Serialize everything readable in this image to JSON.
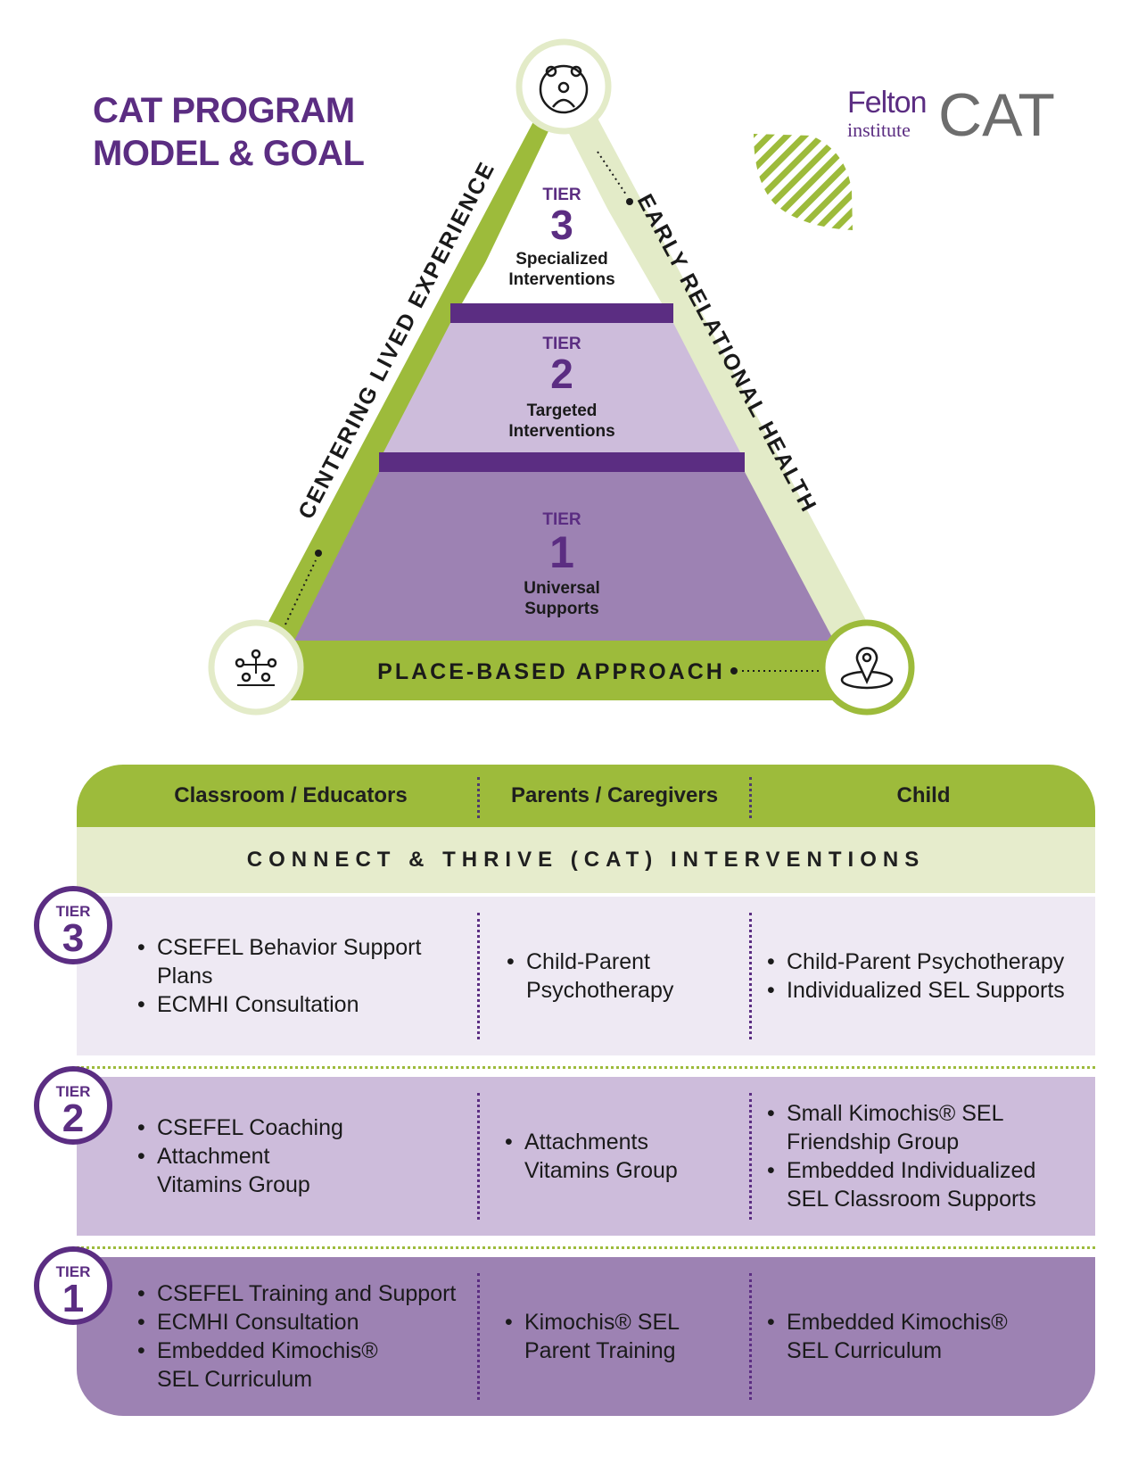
{
  "title": {
    "line1": "CAT PROGRAM",
    "line2": "MODEL & GOAL"
  },
  "logo": {
    "felton": "Felton",
    "institute": "institute",
    "cat": "CAT"
  },
  "colors": {
    "purple": "#5b2d82",
    "green": "#9dbb3b",
    "light_green": "#e6eccc",
    "tier3_bg": "#eee9f3",
    "tier2_bg": "#cdbcdb",
    "tier1_bg": "#9d82b3"
  },
  "pyramid": {
    "tier3": {
      "label": "TIER",
      "number": "3",
      "line1": "Specialized",
      "line2": "Interventions"
    },
    "tier2": {
      "label": "TIER",
      "number": "2",
      "line1": "Targeted",
      "line2": "Interventions"
    },
    "tier1": {
      "label": "TIER",
      "number": "1",
      "line1": "Universal",
      "line2": "Supports"
    },
    "left_side": "CENTERING LIVED EXPERIENCE",
    "right_side": "EARLY RELATIONAL HEALTH",
    "base": "PLACE-BASED APPROACH",
    "icons": {
      "top": "family-circle-icon",
      "left": "community-network-icon",
      "right": "location-pin-icon"
    }
  },
  "table": {
    "headers": [
      "Classroom / Educators",
      "Parents / Caregivers",
      "Child"
    ],
    "band_title": "CONNECT & THRIVE (CAT) INTERVENTIONS",
    "rows": [
      {
        "tier_label": "TIER",
        "tier_number": "3",
        "classroom": [
          "CSEFEL Behavior Support Plans",
          "ECMHI Consultation"
        ],
        "parents": [
          "Child-Parent Psychotherapy"
        ],
        "child": [
          "Child-Parent Psychotherapy",
          "Individualized SEL Supports"
        ]
      },
      {
        "tier_label": "TIER",
        "tier_number": "2",
        "classroom": [
          "CSEFEL Coaching",
          "Attachment Vitamins Group"
        ],
        "parents": [
          "Attachments Vitamins Group"
        ],
        "child": [
          "Small Kimochis® SEL Friendship Group",
          "Embedded Individualized SEL Classroom Supports"
        ]
      },
      {
        "tier_label": "TIER",
        "tier_number": "1",
        "classroom": [
          "CSEFEL Training and Support",
          "ECMHI Consultation",
          "Embedded Kimochis® SEL Curriculum"
        ],
        "parents": [
          "Kimochis® SEL Parent Training"
        ],
        "child": [
          "Embedded Kimochis® SEL  Curriculum"
        ]
      }
    ]
  }
}
